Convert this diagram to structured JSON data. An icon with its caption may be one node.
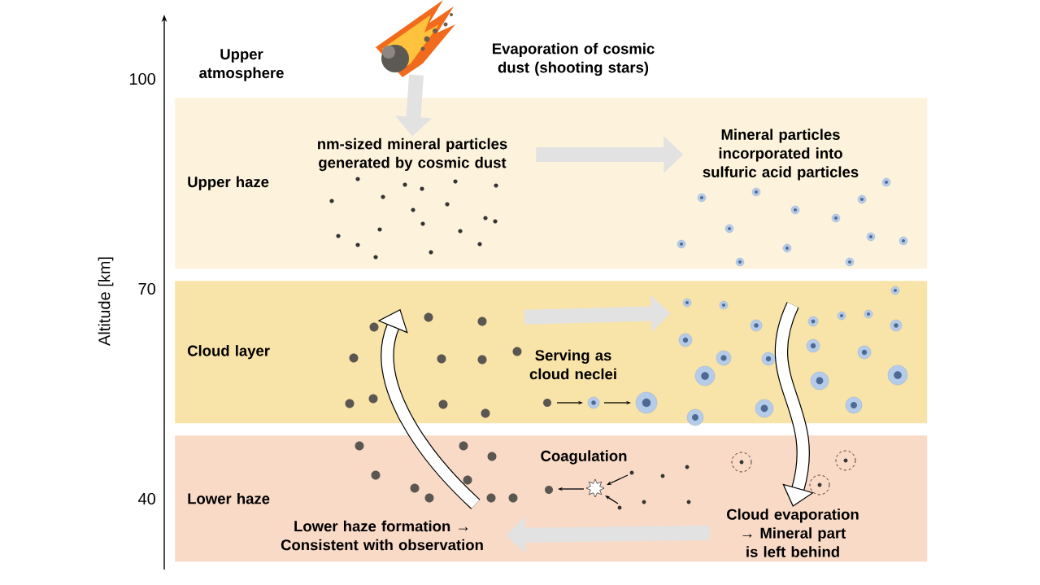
{
  "diagram": {
    "nodes": [
      {
        "text": [
          "Upper haze"
        ]
      },
      {
        "text": [
          "Cloud layer"
        ]
      },
      {
        "text": [
          "Lower haze"
        ]
      },
      {
        "text": [],
        "shape": "picture",
        "beside": [
          "Evaporation of cosmic dust (shooting stars)"
        ]
      },
      {
        "text": [
          "nm-sized mineral particles generated by cosmic dust"
        ],
        "in": 0
      },
      {
        "text": [
          "Mineral particles incorporated into sulfuric acid particles"
        ],
        "in": 0
      },
      {
        "text": [],
        "shape": "picture",
        "in": 1
      },
      {
        "text": [
          "Serving as cloud neclei"
        ],
        "in": 1
      },
      {
        "text": [],
        "shape": "picture",
        "in": 1
      },
      {
        "text": [],
        "shape": "picture",
        "in": 2
      },
      {
        "text": [
          "Coagulation"
        ],
        "in": 2
      },
      {
        "text": [
          "Cloud evaporation → Mineral part is left behind"
        ],
        "in": 2
      },
      {
        "text": [
          "Lower haze formation → Consistent with observation"
        ],
        "in": 2
      }
    ],
    "edges": [
      {
        "from": 3,
        "to": 4,
        "arrow": "to"
      },
      {
        "from": 4,
        "to": 5,
        "arrow": "to"
      },
      {
        "from": 6,
        "to": 8,
        "arrow": "to"
      },
      {
        "from": 8,
        "to": 11,
        "arrow": "to",
        "color": "#000000"
      },
      {
        "from": 11,
        "to": 12,
        "arrow": "to"
      },
      {
        "from": 9,
        "to": 6,
        "arrow": "to",
        "color": "#000000"
      }
    ],
    "labels": [
      "Upper atmosphere",
      "100",
      "70",
      "40",
      "Altitude [km]"
    ]
  }
}
